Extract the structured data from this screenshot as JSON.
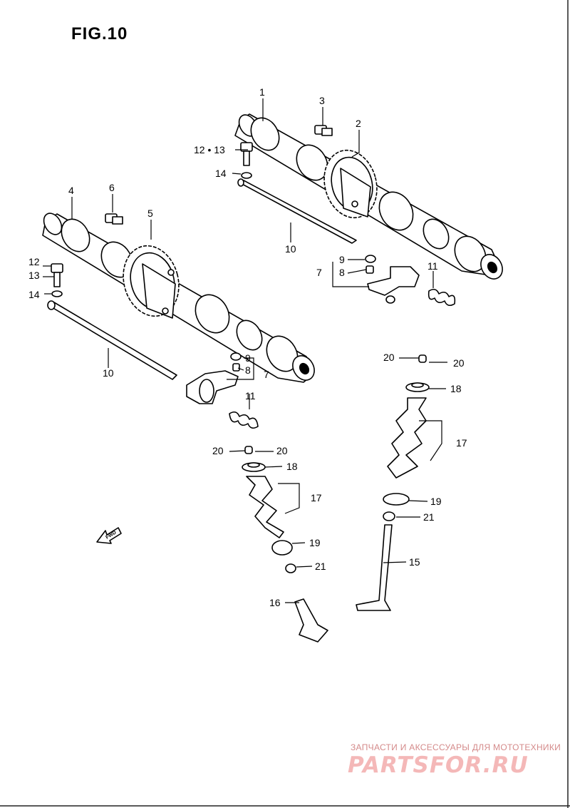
{
  "title": "FIG.10",
  "callouts": {
    "c1": "1",
    "c2": "2",
    "c3": "3",
    "c4": "4",
    "c5": "5",
    "c6": "6",
    "c10a": "10",
    "c10b": "10",
    "c12_13": "12 • 13",
    "c12": "12",
    "c13": "13",
    "c14a": "14",
    "c14b": "14",
    "c9a": "9",
    "c8a": "8",
    "c7a": "7",
    "c11a": "11",
    "c9b": "9",
    "c8b": "8",
    "c7b": "7",
    "c11b": "11",
    "c20a": "20",
    "c20b": "20",
    "c18a": "18",
    "c17a": "17",
    "c19a": "19",
    "c21a": "21",
    "c15": "15",
    "c20c": "20",
    "c20d": "20",
    "c18b": "18",
    "c17b": "17",
    "c19b": "19",
    "c21b": "21",
    "c16": "16"
  },
  "fwd_arrow": "FWD",
  "watermark": {
    "tagline": "ЗАПЧАСТИ И АКСЕССУАРЫ ДЛЯ МОТОТЕХНИКИ",
    "logo": "PARTSFOR.RU"
  }
}
